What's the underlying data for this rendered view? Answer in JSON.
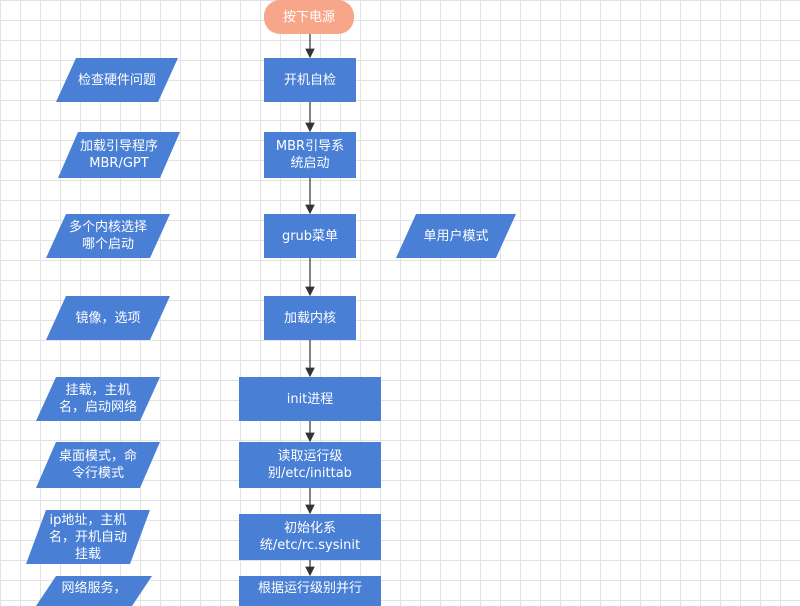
{
  "flowchart": {
    "main_steps": [
      "按下电源",
      "开机自检",
      "MBR引导系\n统启动",
      "grub菜单",
      "加载内核",
      "init进程",
      "读取运行级\n别/etc/inittab",
      "初始化系\n统/etc/rc.sysinit",
      "根据运行级别并行"
    ],
    "side_notes": [
      "检查硬件问题",
      "加载引导程序\nMBR/GPT",
      "多个内核选择\n哪个启动",
      "镜像，选项",
      "挂载，主机\n名，启动网络",
      "桌面模式，命\n令行模式",
      "ip地址，主机\n名，开机自动\n挂载",
      "网络服务，"
    ],
    "branch_note": "单用户模式"
  },
  "colors": {
    "process_fill": "#4a7fd6",
    "start_fill": "#f8a68a",
    "text": "#ffffff",
    "arrow": "#333333",
    "grid": "#e3e3e3"
  }
}
